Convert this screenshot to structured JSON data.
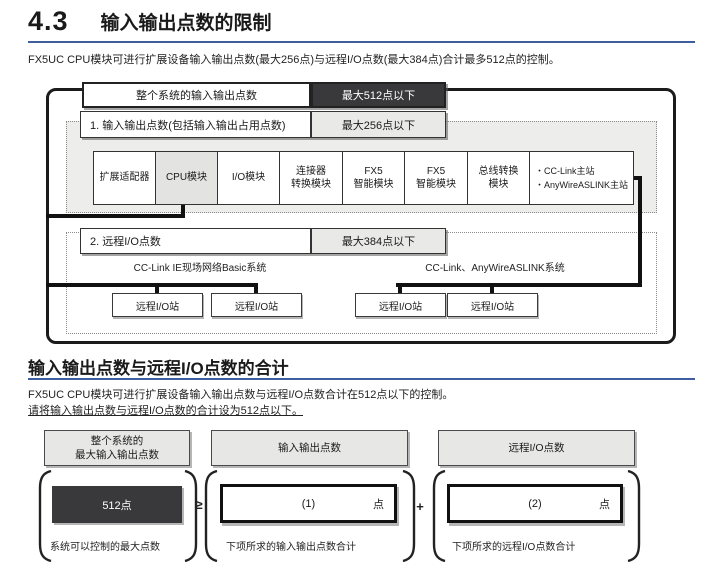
{
  "colors": {
    "accent": "#3d5f9f",
    "dark_box": "#39393b"
  },
  "header": {
    "section_number": "4.3",
    "section_title": "输入输出点数的限制",
    "intro": "FX5UC CPU模块可进行扩展设备输入输出点数(最大256点)与远程I/O点数(最大384点)合计最多512点的控制。"
  },
  "diagram1": {
    "system_label": "整个系统的输入输出点数",
    "system_value": "最大512点以下",
    "item1_label": "1.  输入输出点数(包括输入输出占用点数)",
    "item1_value": "最大256点以下",
    "modules": [
      "扩展适配器",
      "CPU模块",
      "I/O模块",
      "连接器\n转换模块",
      "FX5\n智能模块",
      "FX5\n智能模块",
      "总线转换\n模块"
    ],
    "master_label": "・CC-Link主站\n・AnyWireASLINK主站",
    "item2_label": "2.  远程I/O点数",
    "item2_value": "最大384点以下",
    "network_left": "CC-Link IE现场网络Basic系统",
    "network_right": "CC-Link、AnyWireASLINK系统",
    "remote_station": "远程I/O站"
  },
  "section2": {
    "title": "输入输出点数与远程I/O点数的合计",
    "para1": "FX5UC CPU模块可进行扩展设备输入输出点数与远程I/O点数合计在512点以下的控制。",
    "para2": "请将输入输出点数与远程I/O点数的合计设为512点以下。"
  },
  "diagram2": {
    "col1_header": "整个系统的\n最大输入输出点数",
    "col1_value": "512点",
    "col1_caption": "系统可以控制的最大点数",
    "op1": "≥",
    "col2_header": "输入输出点数",
    "col2_value": "(1)",
    "col2_unit": "点",
    "col2_caption": "下项所求的输入输出点数合计",
    "op2": "+",
    "col3_header": "远程I/O点数",
    "col3_value": "(2)",
    "col3_unit": "点",
    "col3_caption": "下项所求的远程I/O点数合计"
  }
}
